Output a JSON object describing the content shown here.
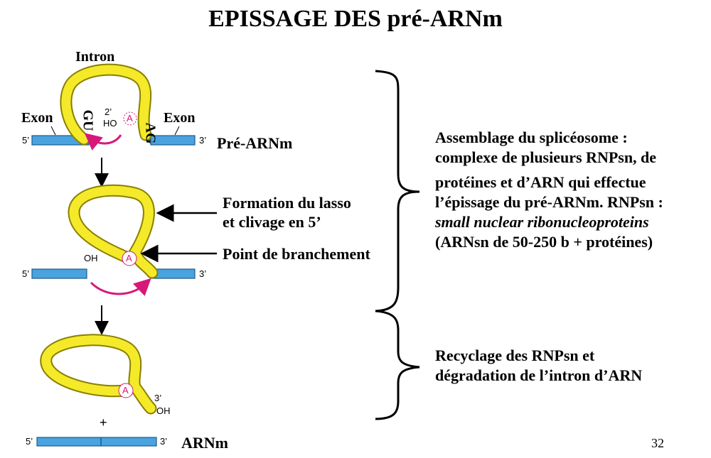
{
  "title": "EPISSAGE DES pré-ARNm",
  "diagram": {
    "intron_label": "Intron",
    "exon_left_label": "Exon",
    "exon_right_label": "Exon",
    "five_prime": "5’",
    "three_prime": "3’",
    "gu": "GU",
    "ag": "AG",
    "two_prime_ho_a": "2’",
    "two_prime_ho_b": "HO",
    "oh": "OH",
    "a_base": "A",
    "pre_arnm": "Pré-ARNm",
    "lasso_line1": "Formation du lasso",
    "lasso_line2": "et clivage en 5’",
    "branch_point": "Point de branchement",
    "plus": "+",
    "arnm": "ARNm"
  },
  "description": {
    "block1_line1": "Assemblage du splicéosome :",
    "block1_line2": "complexe de plusieurs RNPsn, de",
    "block1_line3": "protéines et d’ARN qui effectue",
    "block1_line4": "l’épissage du pré-ARNm. RNPsn :",
    "block1_line5": "small nuclear ribonucleoproteins",
    "block1_line6": "(ARNsn de 50-250 b + protéines)",
    "block2_line1": "Recyclage des RNPsn et",
    "block2_line2": "dégradation de l’intron d’ARN"
  },
  "page_number": "32",
  "colors": {
    "exon": "#4aa3df",
    "intron": "#f5ea2a",
    "intron_edge": "#8a7f00",
    "arrow_magenta": "#d6187a"
  }
}
